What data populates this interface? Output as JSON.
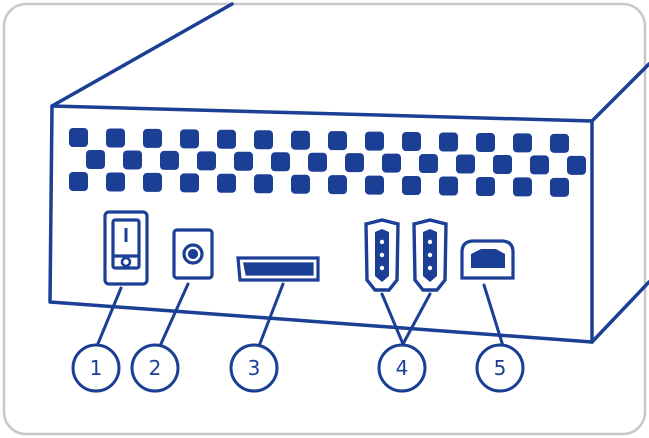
{
  "colors": {
    "primary": "#1b3f95",
    "frame": "#c8c8c8",
    "background": "#ffffff"
  },
  "callouts": [
    {
      "id": "power-switch",
      "label": "1",
      "icon": "rocker-switch-icon"
    },
    {
      "id": "power-connector",
      "label": "2",
      "icon": "dc-power-jack-icon"
    },
    {
      "id": "esata-port",
      "label": "3",
      "icon": "esata-port-icon"
    },
    {
      "id": "firewire-ports",
      "label": "4",
      "icon": "firewire-port-icon"
    },
    {
      "id": "usb-port",
      "label": "5",
      "icon": "usb-b-port-icon"
    }
  ]
}
